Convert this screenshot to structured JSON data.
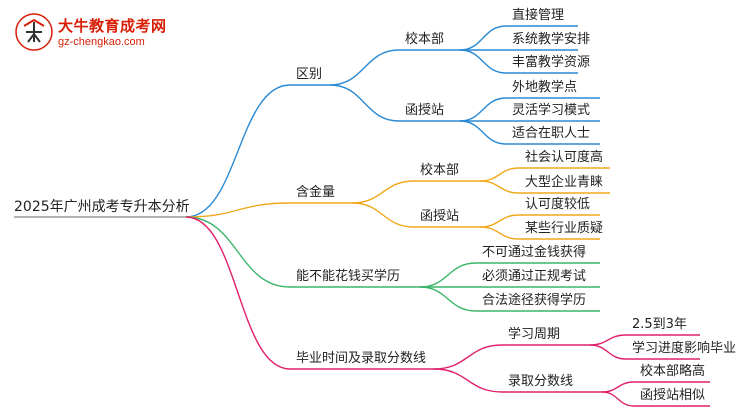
{
  "logo": {
    "name": "大牛教育成考网",
    "url": "gz-chengkao.com"
  },
  "colors": {
    "blue": "#2a8ad4",
    "orange": "#f0a81a",
    "green": "#3cb56a",
    "pink": "#e0206c"
  },
  "root": "2025年广州成考专升本分析",
  "branches": [
    {
      "label": "区别",
      "color": "blue",
      "children": [
        {
          "label": "校本部",
          "leaves": [
            "直接管理",
            "系统教学安排",
            "丰富教学资源"
          ]
        },
        {
          "label": "函授站",
          "leaves": [
            "外地教学点",
            "灵活学习模式",
            "适合在职人士"
          ]
        }
      ]
    },
    {
      "label": "含金量",
      "color": "orange",
      "children": [
        {
          "label": "校本部",
          "leaves": [
            "社会认可度高",
            "大型企业青睐"
          ]
        },
        {
          "label": "函授站",
          "leaves": [
            "认可度较低",
            "某些行业质疑"
          ]
        }
      ]
    },
    {
      "label": "能不能花钱买学历",
      "color": "green",
      "leaves": [
        "不可通过金钱获得",
        "必须通过正规考试",
        "合法途径获得学历"
      ]
    },
    {
      "label": "毕业时间及录取分数线",
      "color": "pink",
      "children": [
        {
          "label": "学习周期",
          "leaves": [
            "2.5到3年",
            "学习进度影响毕业"
          ]
        },
        {
          "label": "录取分数线",
          "leaves": [
            "校本部略高",
            "函授站相似"
          ]
        }
      ]
    }
  ]
}
